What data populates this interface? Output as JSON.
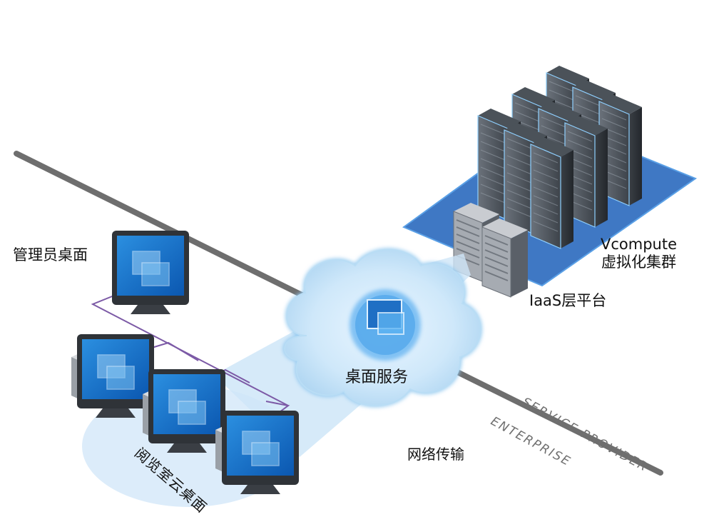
{
  "labels": {
    "admin_desktop": "管理员桌面",
    "iaas_platform": "IaaS层平台",
    "vcompute_line1": "Vcompute",
    "vcompute_line2": "虚拟化集群",
    "desktop_service": "桌面服务",
    "network": "网络传输",
    "reading_room": "阅览室云桌面"
  },
  "zones": {
    "provider": "SERVICE PROVIDER",
    "enterprise": "ENTERPRISE"
  },
  "icons": [
    "monitor-icon",
    "server-rack-icon",
    "cloud-icon"
  ],
  "colors": {
    "platform_blue": "#3f78c4",
    "cloud_blue": "#bfe0f7",
    "link_purple": "#7c5aa6",
    "divider_gray": "#6e6e6e"
  }
}
